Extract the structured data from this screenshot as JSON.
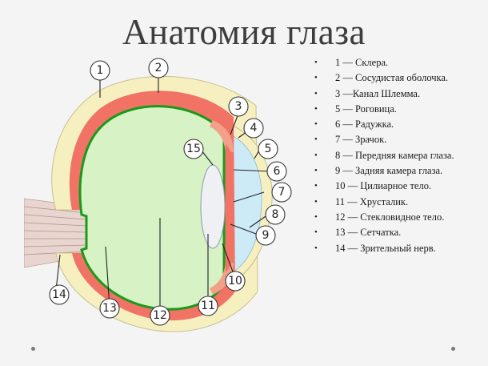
{
  "title": "Анатомия глаза",
  "legend": [
    "1 — Склера.",
    "2 — Сосудистая оболочка.",
    "3 —Канал Шлемма.",
    "5 — Роговица.",
    "6 — Радужка.",
    "7 — Зрачок.",
    "8 — Передняя камера глаза.",
    "9 — Задняя камера глаза.",
    "10 — Цилиарное тело.",
    "11 — Хрусталик.",
    "12 — Стекловидное тело.",
    "13 — Сетчатка.",
    "14 — Зрительный нерв."
  ],
  "bullet": "•",
  "labels": [
    "1",
    "2",
    "3",
    "4",
    "5",
    "6",
    "7",
    "8",
    "9",
    "10",
    "11",
    "12",
    "13",
    "14",
    "15"
  ],
  "colors": {
    "sclera": "#f6efc0",
    "choroid": "#f07366",
    "retina": "#1a9a1a",
    "vitreous": "#d7f2c4",
    "cornea_chamber": "#cdeaf7",
    "lens": "#eef0f4",
    "nerve": "#e8d5cf"
  }
}
